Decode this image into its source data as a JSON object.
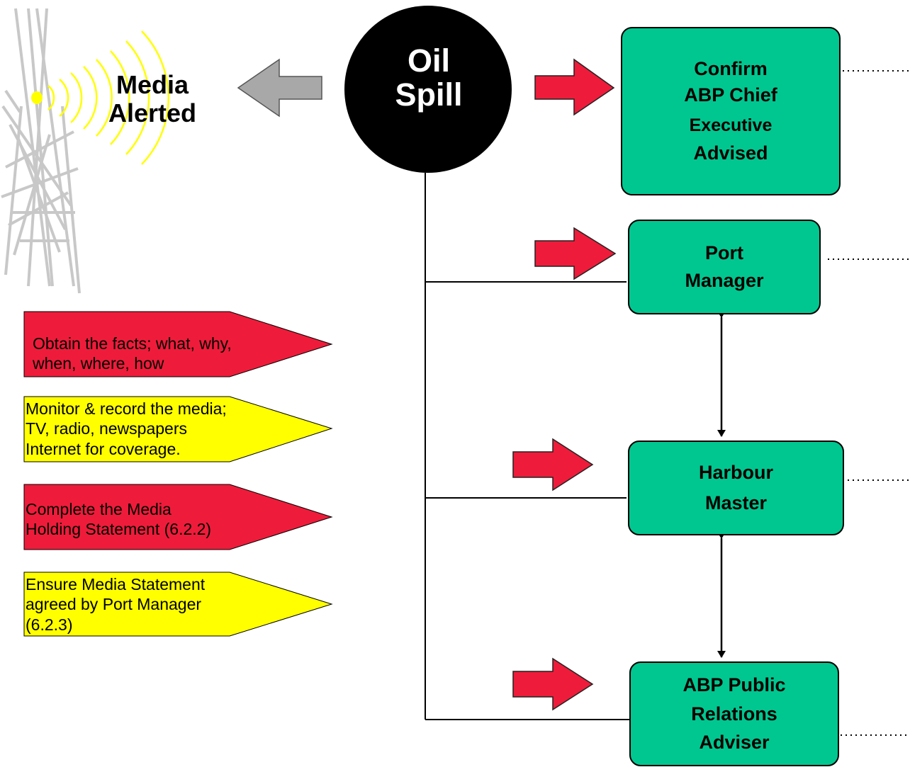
{
  "center": {
    "line1": "Oil",
    "line2": "Spill"
  },
  "media": {
    "line1": "Media",
    "line2": "Alerted"
  },
  "boxes": {
    "chief": {
      "line1": "Confirm",
      "line2": "ABP Chief",
      "line3": "Executive",
      "line4": "Advised"
    },
    "port_manager": {
      "line1": "Port",
      "line2": "Manager"
    },
    "harbour_master": {
      "line1": "Harbour",
      "line2": "Master"
    },
    "pr_adviser": {
      "line1": "ABP Public",
      "line2": "Relations",
      "line3": "Adviser"
    }
  },
  "actions": [
    {
      "color": "red",
      "line1": "Obtain the facts; what, why,",
      "line2": "when, where, how"
    },
    {
      "color": "yellow",
      "line1": "Monitor & record the media;",
      "line2": "TV, radio, newspapers",
      "line3": "Internet for coverage."
    },
    {
      "color": "red",
      "line1": "Complete the Media",
      "line2": "Holding Statement (6.2.2)"
    },
    {
      "color": "yellow",
      "line1": "Ensure Media Statement",
      "line2": "agreed by Port Manager",
      "line3": "(6.2.3)"
    }
  ],
  "colors": {
    "box_fill": "#00c78f",
    "arrow_red": "#ee1c3a",
    "tag_red": "#ee1c3a",
    "tag_yellow": "#ffff00",
    "gray_arrow": "#a8a8a8",
    "circle": "#000000",
    "radio_waves": "#ffff00",
    "mast": "#c8c8c8"
  }
}
